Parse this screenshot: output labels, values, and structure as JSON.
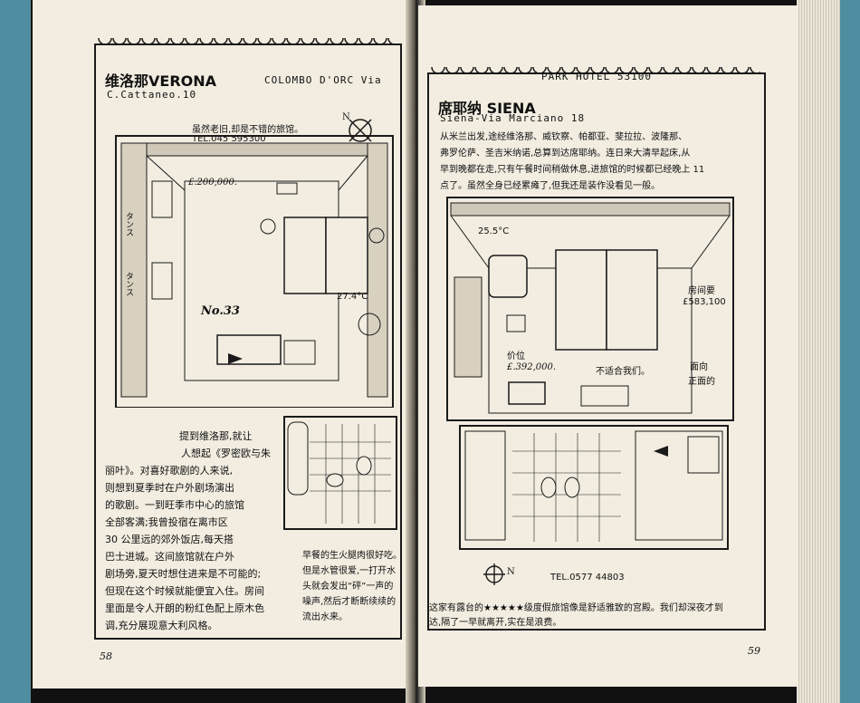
{
  "left_page": {
    "title": "维洛那VERONA",
    "hotel_name": "COLOMBO D'ORC Via",
    "address": "C.Cattaneo.10",
    "note": "虽然老旧,却是不错的旅馆。",
    "tel": "TEL.045   595300",
    "price": "£.200,000.",
    "room_no": "No.33",
    "temperature": "27.4°C",
    "wardrobe_label_1": "タンス",
    "wardrobe_label_2": "タンス",
    "body_lines": [
      "提到维洛那,就让",
      "人想起《罗密欧与朱",
      "丽叶》。对喜好歌剧的人来说,",
      "则想到夏季时在户外剧场演出",
      "的歌剧。一到旺季市中心的旅馆",
      "全部客满;我曾投宿在离市区",
      "30 公里远的郊外饭店,每天搭",
      "巴士进城。这间旅馆就在户外",
      "剧场旁,夏天时想住进来是不可能的;",
      "但现在这个时候就能便宜入住。房间",
      "里面是令人开朗的粉红色配上原木色",
      "调,充分展现意大利风格。"
    ],
    "bath_note_lines": [
      "早餐的生火腿肉很好吃。",
      "但是水管很爱,一打开水",
      "头就会发出“砰”一声的",
      "噪声,然后才断断续续的",
      "流出水来。"
    ],
    "page_number": "58"
  },
  "right_page": {
    "title": "席耶纳 SIENA",
    "hotel_name": "PARK HOTEL 53100",
    "address": "Siena-Via Marciano 18",
    "intro_lines": [
      "从米兰出发,途经维洛那、威钦察、帕都亚、斐拉拉、波隆那、",
      "弗罗伦萨、圣吉米纳诺,总算到达席耶纳。连日来大清早起床,从",
      "早到晚都在走,只有午餐时间稍做休息,进旅馆的时候都已经晚上 11",
      "点了。虽然全身已经累瘫了,但我还是装作没看见一般。"
    ],
    "temperature": "25.5°C",
    "price_label": "价位",
    "price": "£.392,000.",
    "price_note": "不适合我们。",
    "room_price_label": "房间要",
    "room_price": "£583,100",
    "facing_label_1": "面向",
    "facing_label_2": "正面的",
    "tel": "TEL.0577   44803",
    "footer_lines": [
      "这家有露台的★★★★★级度假旅馆像是舒适雅致的宫殿。我们却深夜才到",
      "达,隔了一早就离开,实在是浪费。"
    ],
    "page_number": "59"
  },
  "colors": {
    "paper": "#f2ede0",
    "ink": "#1a1a1a",
    "spine": "#4f8ea0"
  }
}
